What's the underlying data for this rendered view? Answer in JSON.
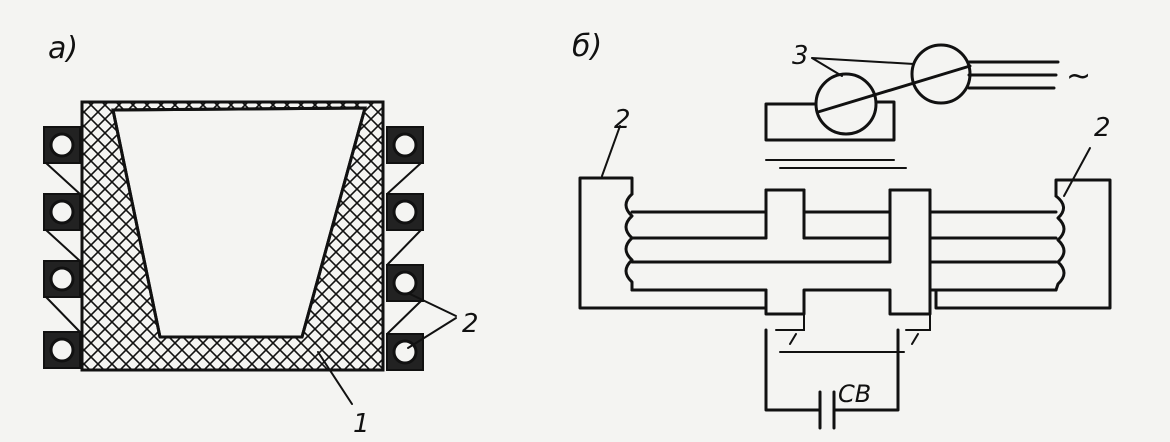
{
  "panel_a": {
    "label": "а)",
    "callouts": {
      "crucible": "1",
      "coil": "2"
    }
  },
  "panel_b": {
    "label": "б)",
    "callouts": {
      "generator": "3",
      "coil_left": "2",
      "coil_right": "2",
      "capacitor": "СВ",
      "ac": "~"
    }
  },
  "colors": {
    "ink": "#111111",
    "paper": "#f4f4f2"
  }
}
